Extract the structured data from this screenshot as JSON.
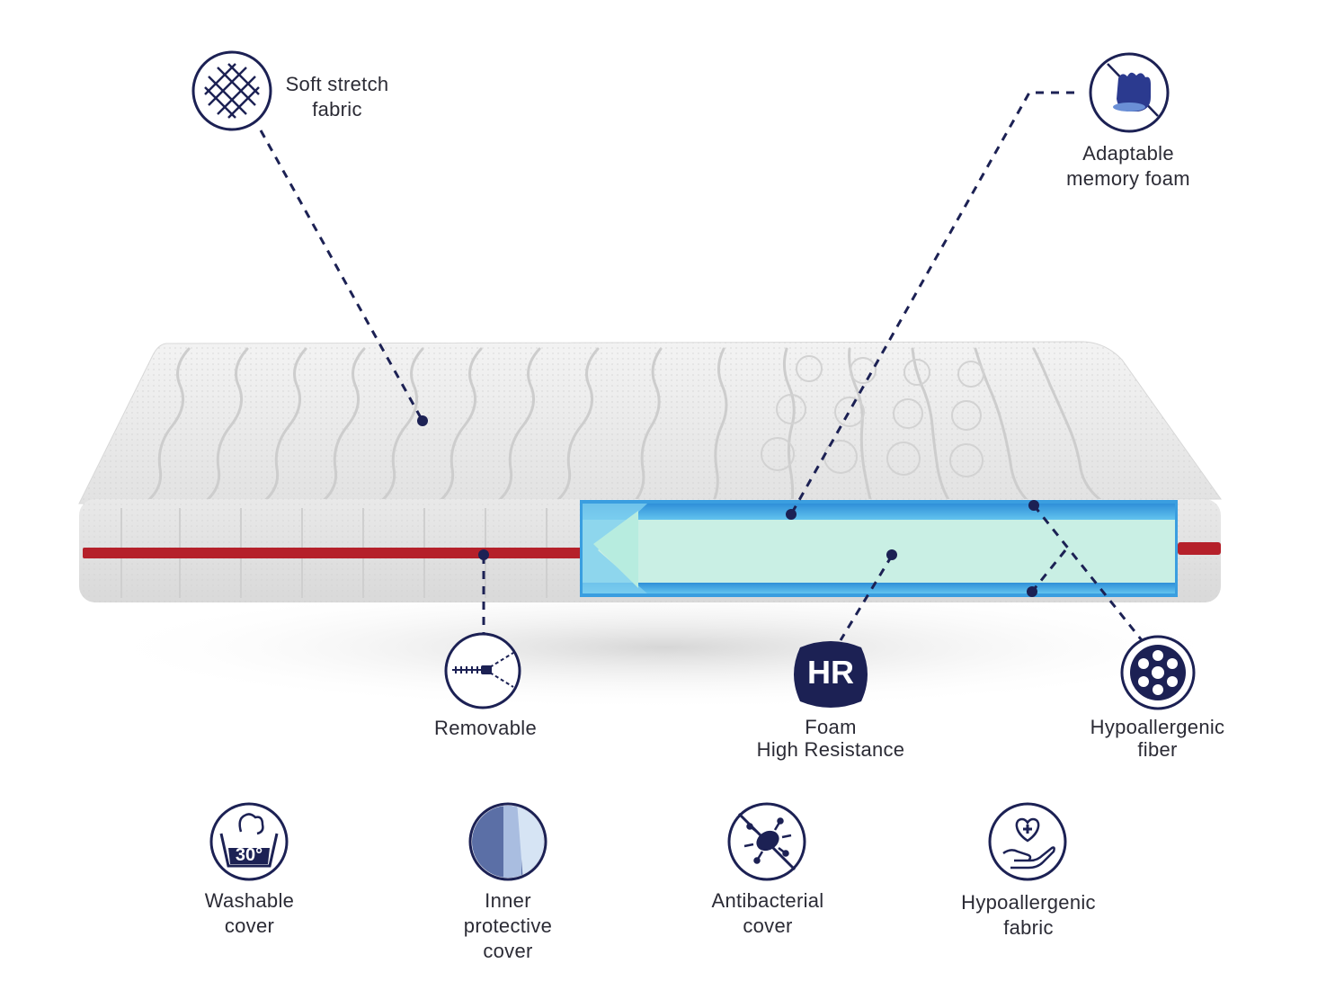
{
  "colors": {
    "navy": "#1c2154",
    "zipper": "#b5202a",
    "foam_blue": "#3a9ee0",
    "foam_core": "#c9efe4",
    "fabric": "#eeeeee"
  },
  "callouts": {
    "soft_stretch": {
      "line1": "Soft stretch",
      "line2": "fabric",
      "icon": "woven-fabric-icon"
    },
    "memory_foam": {
      "line1": "Adaptable",
      "line2": "memory foam",
      "icon": "hand-press-icon"
    },
    "removable": {
      "line1": "Removable",
      "icon": "zipper-icon"
    },
    "hr_foam": {
      "badge": "HR",
      "line1": "Foam",
      "line2": "High Resistance",
      "icon": "hr-badge-icon"
    },
    "hypo_fiber": {
      "line1": "Hypoallergenic",
      "line2": "fiber",
      "icon": "fiber-dots-icon"
    }
  },
  "features": {
    "washable": {
      "badge": "30°",
      "line1": "Washable",
      "line2": "cover",
      "icon": "wash-30-icon"
    },
    "inner": {
      "line1": "Inner",
      "line2": "protective",
      "line3": "cover",
      "icon": "foam-block-icon"
    },
    "antibacterial": {
      "line1": "Antibacterial",
      "line2": "cover",
      "icon": "no-bacteria-icon"
    },
    "hypo_fabric": {
      "line1": "Hypoallergenic",
      "line2": "fabric",
      "icon": "heart-hand-icon"
    }
  }
}
